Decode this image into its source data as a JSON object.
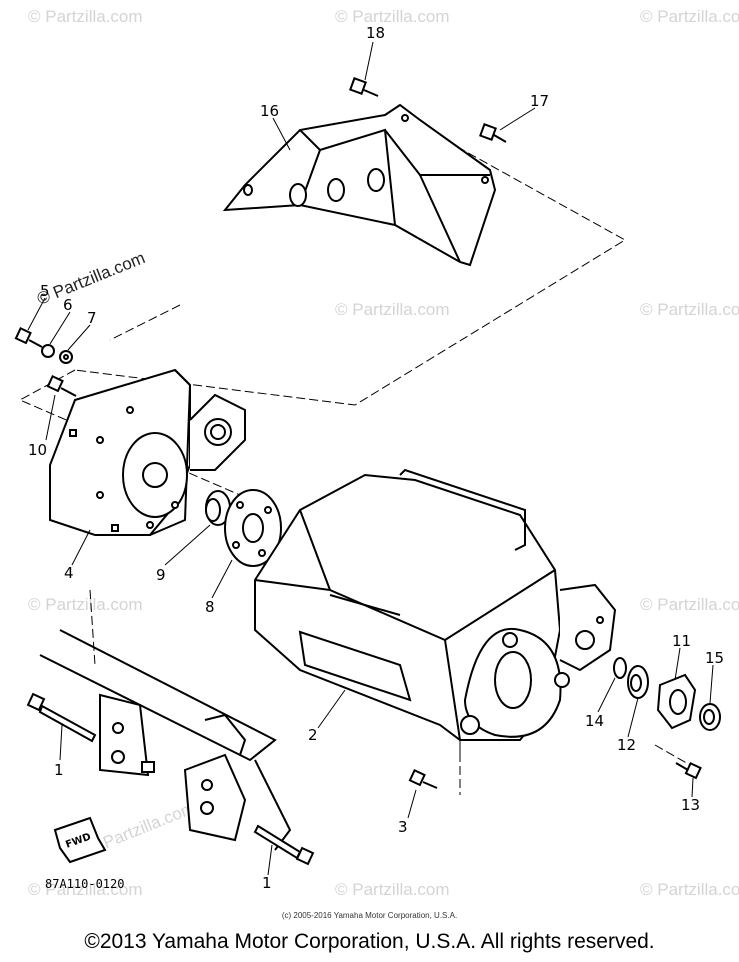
{
  "watermark": "© Partzilla.com",
  "diagram_ref": "87A110-0120",
  "fwd_label": "FWD",
  "copyright_small": "(c) 2005-2016 Yamaha Motor Corporation, U.S.A.",
  "copyright_main": "©2013 Yamaha Motor Corporation, U.S.A. All rights reserved.",
  "callouts": {
    "p1a": "1",
    "p1b": "1",
    "p2": "2",
    "p3": "3",
    "p4": "4",
    "p5": "5",
    "p6": "6",
    "p7": "7",
    "p8": "8",
    "p9": "9",
    "p10": "10",
    "p11": "11",
    "p12": "12",
    "p13": "13",
    "p14": "14",
    "p15": "15",
    "p16": "16",
    "p17": "17",
    "p18": "18"
  }
}
